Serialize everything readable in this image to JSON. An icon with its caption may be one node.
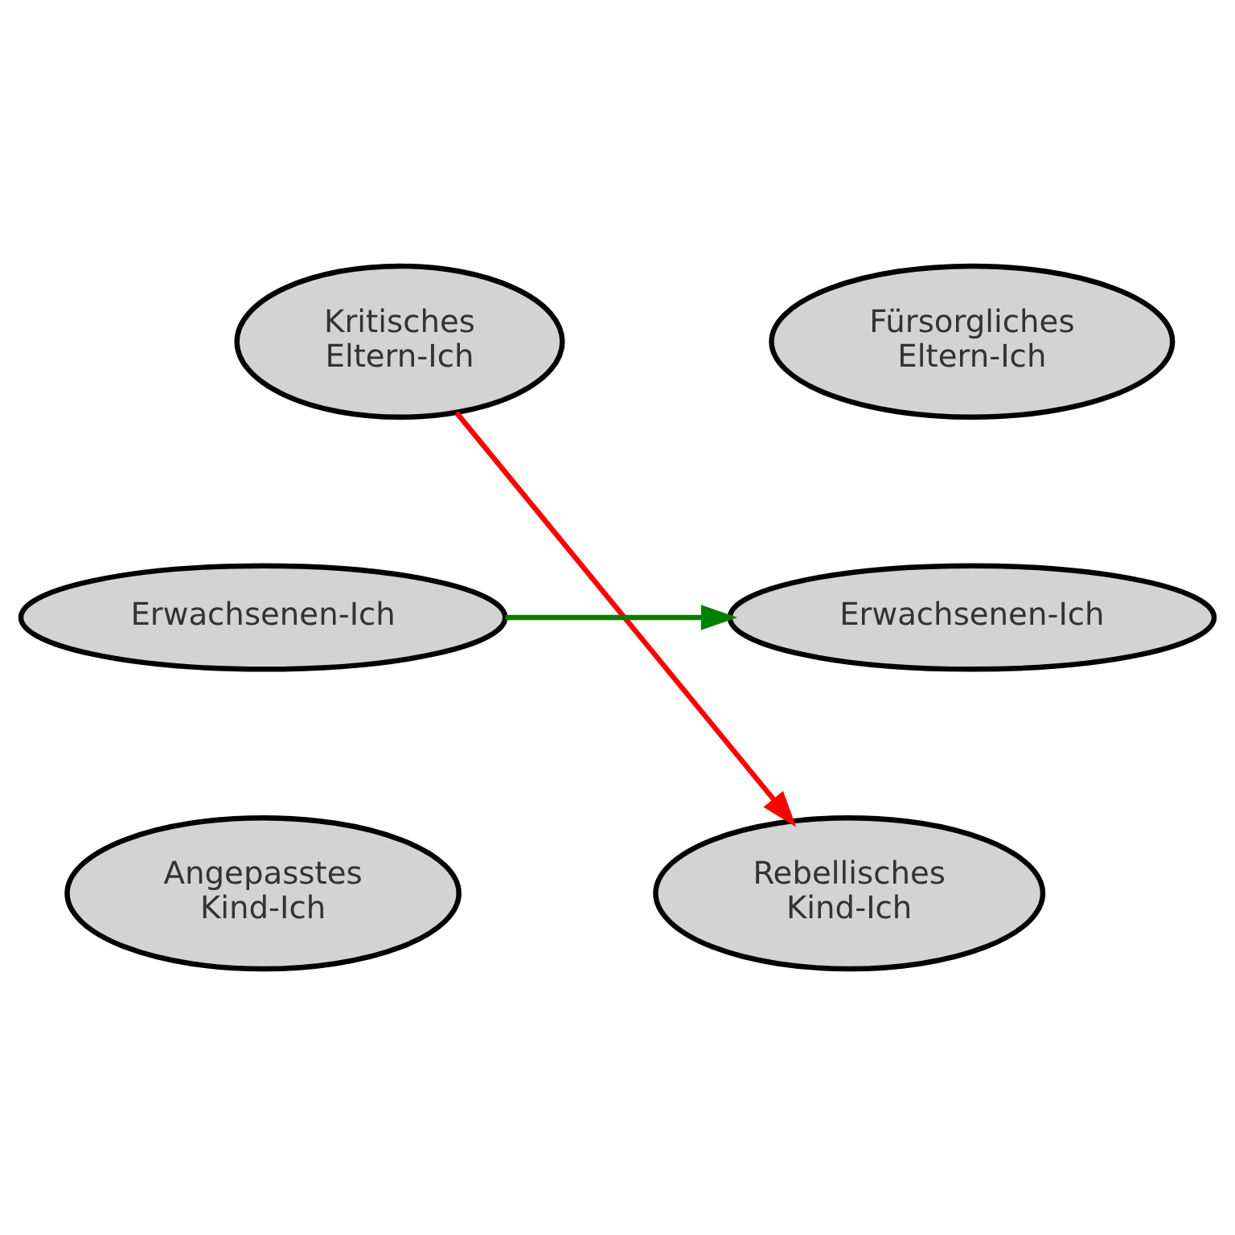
{
  "diagram": {
    "nodes": [
      {
        "text": [
          "Kritisches Eltern-Ich"
        ]
      },
      {
        "text": [
          "Fürsorgliches Eltern-Ich"
        ]
      },
      {
        "text": [
          "Erwachsenen-Ich"
        ]
      },
      {
        "text": [
          "Erwachsenen-Ich"
        ]
      },
      {
        "text": [
          "Angepasstes Kind-Ich"
        ]
      },
      {
        "text": [
          "Rebellisches Kind-Ich"
        ]
      }
    ],
    "edges": [
      {
        "from": 0,
        "to": 5,
        "arrow": "to",
        "color": "#ff0000"
      },
      {
        "from": 2,
        "to": 3,
        "arrow": "to",
        "color": "#008000"
      }
    ]
  }
}
